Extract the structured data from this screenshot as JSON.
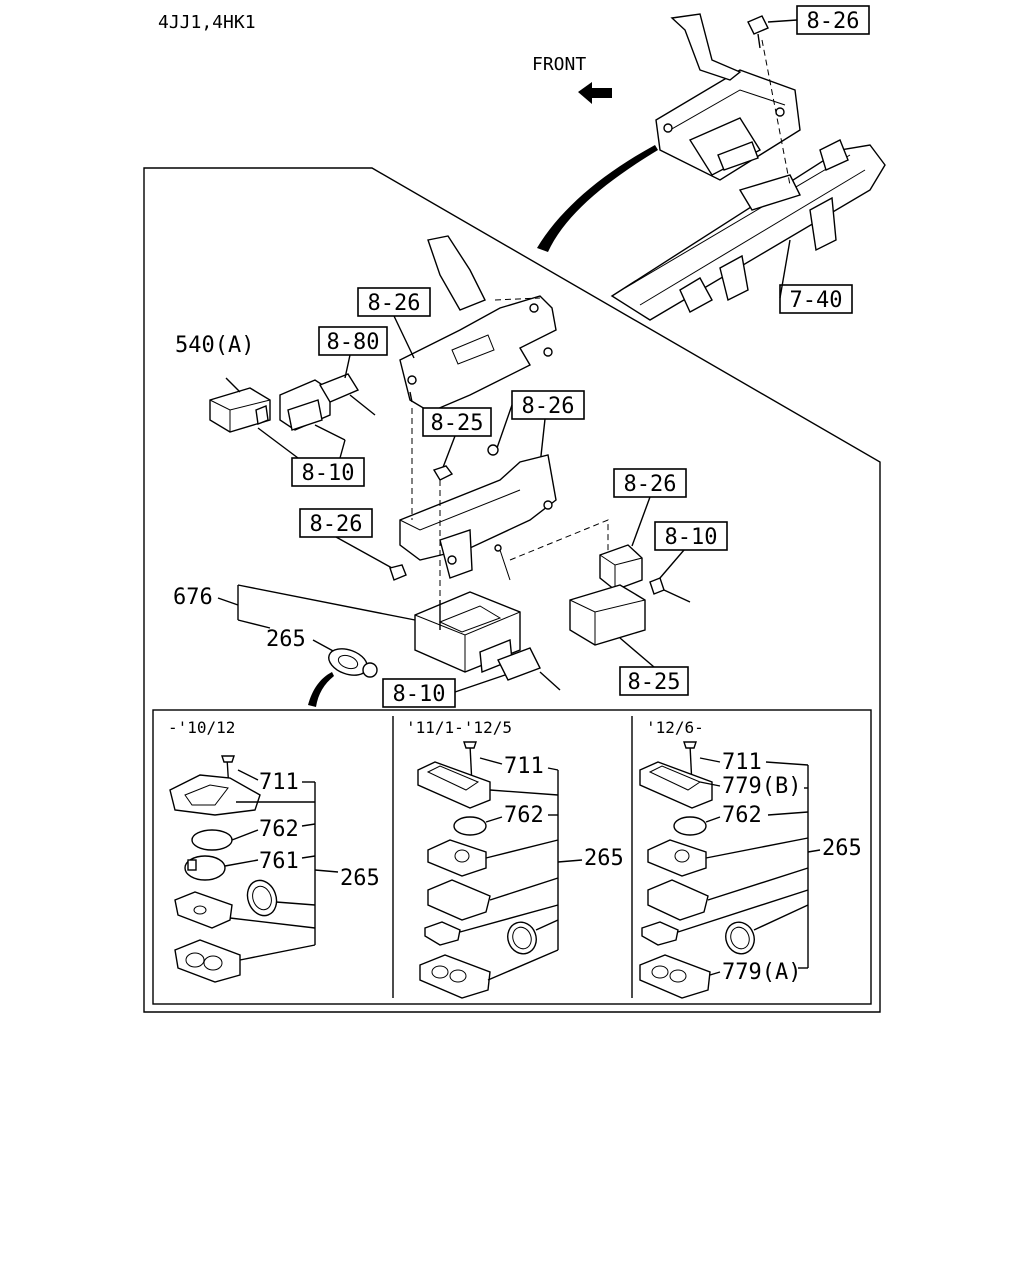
{
  "header": {
    "engine_codes": "4JJ1,4HK1"
  },
  "direction": {
    "front_label": "FRONT"
  },
  "callouts": {
    "c_826_top": "8-26",
    "c_740": "7-40",
    "c_826_bracket": "8-26",
    "c_880": "8-80",
    "c_540a": "540(A)",
    "c_810_left": "8-10",
    "c_825_mid": "8-25",
    "c_826_right_bracket": "8-26",
    "c_826_relay": "8-26",
    "c_810_relay": "8-10",
    "c_826_nut": "8-26",
    "c_676": "676",
    "c_265_main": "265",
    "c_810_bottom": "8-10",
    "c_825_bottom": "8-25"
  },
  "variants": [
    {
      "period": "-'10/12",
      "labels": {
        "screw": "711",
        "cell": "762",
        "holder": "761",
        "assembly": "265"
      }
    },
    {
      "period": "'11/1-'12/5",
      "labels": {
        "screw": "711",
        "cell": "762",
        "assembly": "265"
      }
    },
    {
      "period": "'12/6-",
      "labels": {
        "screw": "711",
        "upper_case": "779(B)",
        "cell": "762",
        "assembly": "265",
        "lower_case": "779(A)"
      }
    }
  ]
}
